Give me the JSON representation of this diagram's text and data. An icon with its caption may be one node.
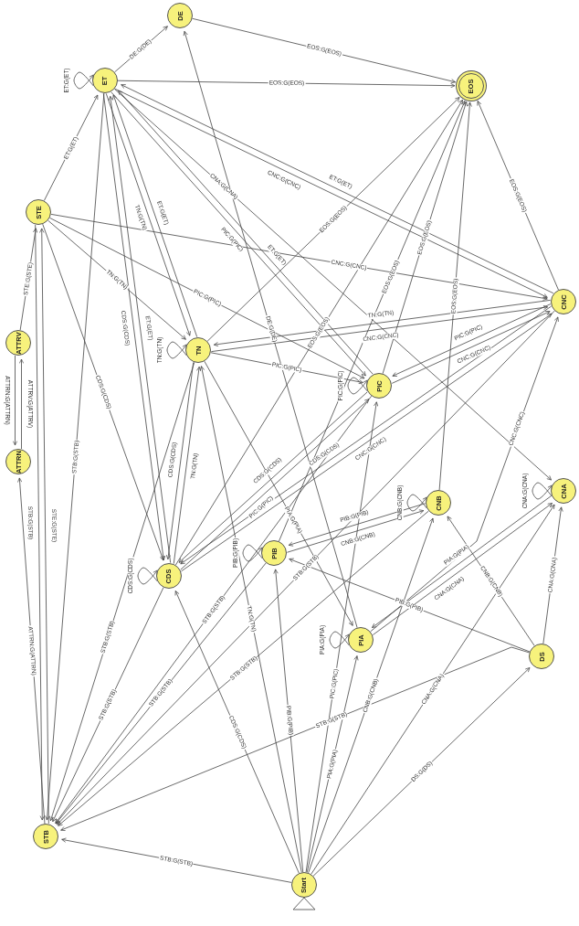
{
  "diagram": {
    "nodes": [
      {
        "text": [
          "DE"
        ]
      },
      {
        "text": [
          "ET"
        ]
      },
      {
        "text": [
          "EOS"
        ]
      },
      {
        "text": [
          "STE"
        ]
      },
      {
        "text": [
          "CNC"
        ]
      },
      {
        "text": [
          "ATTRV"
        ]
      },
      {
        "text": [
          "TN"
        ]
      },
      {
        "text": [
          "PIC"
        ]
      },
      {
        "text": [
          "ATTRN"
        ]
      },
      {
        "text": [
          "CDS"
        ]
      },
      {
        "text": [
          "PIB"
        ]
      },
      {
        "text": [
          "CNB"
        ]
      },
      {
        "text": [
          "CNA"
        ]
      },
      {
        "text": [
          "PIA"
        ]
      },
      {
        "text": [
          "DS"
        ]
      },
      {
        "text": [
          "STB"
        ]
      },
      {
        "text": [
          "Start"
        ]
      }
    ],
    "edges": [
      {
        "from": 16,
        "to": 15,
        "arrow": "to",
        "label": "STB:G(STB)"
      },
      {
        "from": 16,
        "to": 9,
        "arrow": "to",
        "label": "CDS:G(CDS)"
      },
      {
        "from": 16,
        "to": 6,
        "arrow": "to",
        "label": "TN:G(TN)"
      },
      {
        "from": 16,
        "to": 10,
        "arrow": "to",
        "label": "PIB:G(PIB)"
      },
      {
        "from": 16,
        "to": 13,
        "arrow": "to",
        "label": "PIA:G(PIA)"
      },
      {
        "from": 16,
        "to": 11,
        "arrow": "to",
        "label": "CNB:G(CNB)"
      },
      {
        "from": 16,
        "to": 12,
        "arrow": "to",
        "label": "CNA:G(CNA)"
      },
      {
        "from": 16,
        "to": 14,
        "arrow": "to",
        "label": "DS:G(DS)"
      },
      {
        "from": 16,
        "to": 7,
        "arrow": "to",
        "label": "PIC:G(PIC)"
      },
      {
        "from": 13,
        "to": 4,
        "arrow": "to",
        "label": "CNC:G(CNC)"
      },
      {
        "from": 14,
        "to": 15,
        "arrow": "to",
        "label": "STB:G(STB)"
      },
      {
        "from": 14,
        "to": 10,
        "arrow": "to",
        "label": "PIB:G(PIB)"
      },
      {
        "from": 14,
        "to": 11,
        "arrow": "to",
        "label": "CNB:G(CNB)"
      },
      {
        "from": 14,
        "to": 12,
        "arrow": "to",
        "label": "CNA:G(CNA)"
      },
      {
        "from": 12,
        "to": 13,
        "arrow": "to",
        "label": "PIA:G(PIA)"
      },
      {
        "from": 13,
        "to": 12,
        "arrow": "to",
        "label": "CNA:G(CNA)"
      },
      {
        "from": 13,
        "to": 13,
        "arrow": "to",
        "label": "PIA:G(PIA)"
      },
      {
        "from": 11,
        "to": 11,
        "arrow": "to",
        "label": "CNB:G(CNB)"
      },
      {
        "from": 12,
        "to": 12,
        "arrow": "to",
        "label": "CNA:G(CNA)"
      },
      {
        "from": 7,
        "to": 7,
        "arrow": "to",
        "label": "PIC:G(PIC)"
      },
      {
        "from": 6,
        "to": 6,
        "arrow": "to",
        "label": "TN:G(TN)"
      },
      {
        "from": 9,
        "to": 9,
        "arrow": "to",
        "label": "CDS:G(CDS)"
      },
      {
        "from": 1,
        "to": 1,
        "arrow": "to",
        "label": "ET:G(ET)"
      },
      {
        "from": 10,
        "to": 10,
        "arrow": "to",
        "label": "PIB:G(PIB)"
      },
      {
        "from": 10,
        "to": 11,
        "arrow": "to",
        "label": "CNB:G(CNB)"
      },
      {
        "from": 11,
        "to": 10,
        "arrow": "to",
        "label": "PIB:G(PIB)"
      },
      {
        "from": 10,
        "to": 15,
        "arrow": "to",
        "label": "STB:G(STB)"
      },
      {
        "from": 11,
        "to": 2,
        "arrow": "to",
        "label": "EOS:G(EOS)"
      },
      {
        "from": 11,
        "to": 15,
        "arrow": "to",
        "label": "STB:G(STB)"
      },
      {
        "from": 7,
        "to": 2,
        "arrow": "to",
        "label": "EOS:G(EOS)"
      },
      {
        "from": 7,
        "to": 4,
        "arrow": "to",
        "label": "CNC:G(CNC)"
      },
      {
        "from": 4,
        "to": 7,
        "arrow": "to",
        "label": "PIC:G(PIC)"
      },
      {
        "from": 7,
        "to": 9,
        "arrow": "to",
        "label": "CDS:G(CDS)"
      },
      {
        "from": 9,
        "to": 7,
        "arrow": "to",
        "label": "PIC:G(PIC)"
      },
      {
        "from": 9,
        "to": 4,
        "arrow": "to",
        "label": "CNC:G(CNC)"
      },
      {
        "from": 4,
        "to": 9,
        "arrow": "to",
        "label": "CDS:G(CDS)"
      },
      {
        "from": 6,
        "to": 4,
        "arrow": "to",
        "label": "CNC:G(CNC)"
      },
      {
        "from": 4,
        "to": 6,
        "arrow": "to",
        "label": "TN:G(TN)"
      },
      {
        "from": 6,
        "to": 7,
        "arrow": "to",
        "label": "PIC:G(PIC)"
      },
      {
        "from": 6,
        "to": 2,
        "arrow": "to",
        "label": "EOS:G(EOS)"
      },
      {
        "from": 6,
        "to": 9,
        "arrow": "to",
        "label": "CDS:G(CDS)"
      },
      {
        "from": 9,
        "to": 6,
        "arrow": "to",
        "label": "TN:G(TN)"
      },
      {
        "from": 1,
        "to": 6,
        "arrow": "to",
        "label": "TN:G(TN)"
      },
      {
        "from": 6,
        "to": 1,
        "arrow": "to",
        "label": "ET:G(ET)"
      },
      {
        "from": 6,
        "to": 15,
        "arrow": "to",
        "label": "STB:G(STB)"
      },
      {
        "from": 9,
        "to": 1,
        "arrow": "to",
        "label": "ET:G(ET)"
      },
      {
        "from": 1,
        "to": 9,
        "arrow": "to",
        "label": "CDS:G(CDS)"
      },
      {
        "from": 9,
        "to": 15,
        "arrow": "to",
        "label": "STB:G(STB)"
      },
      {
        "from": 9,
        "to": 2,
        "arrow": "to",
        "label": "EOS:G(EOS)"
      },
      {
        "from": 1,
        "to": 0,
        "arrow": "to",
        "label": "DE:G(DE)"
      },
      {
        "from": 1,
        "to": 2,
        "arrow": "to",
        "label": "EOS:G(EOS)"
      },
      {
        "from": 0,
        "to": 2,
        "arrow": "to",
        "label": "EOS:G(EOS)"
      },
      {
        "from": 1,
        "to": 7,
        "arrow": "to",
        "label": "PIC:G(PIC)"
      },
      {
        "from": 7,
        "to": 1,
        "arrow": "to",
        "label": "ET:G(ET)"
      },
      {
        "from": 1,
        "to": 4,
        "arrow": "to",
        "label": "CNC:G(CNC)"
      },
      {
        "from": 4,
        "to": 1,
        "arrow": "to",
        "label": "ET:G(ET)"
      },
      {
        "from": 3,
        "to": 1,
        "arrow": "to",
        "label": "ET:G(ET)"
      },
      {
        "from": 3,
        "to": 6,
        "arrow": "to",
        "label": "TN:G(TN)"
      },
      {
        "from": 3,
        "to": 7,
        "arrow": "to",
        "label": "PIC:G(PIC)"
      },
      {
        "from": 3,
        "to": 4,
        "arrow": "to",
        "label": "CNC:G(CNC)"
      },
      {
        "from": 3,
        "to": 9,
        "arrow": "to",
        "label": "CDS:G(CDS)"
      },
      {
        "from": 15,
        "to": 3,
        "arrow": "to",
        "label": "STE:G(STE)"
      },
      {
        "from": 5,
        "to": 3,
        "arrow": "to",
        "label": "STE:G(STE)"
      },
      {
        "from": 3,
        "to": 15,
        "arrow": "to",
        "label": "STB:G(STB)"
      },
      {
        "from": 1,
        "to": 15,
        "arrow": "to",
        "label": "STB:G(STB)"
      },
      {
        "from": 4,
        "to": 2,
        "arrow": "to",
        "label": "EOS:G(EOS)"
      },
      {
        "from": 4,
        "to": 15,
        "arrow": "to",
        "label": "STB:G(STB)"
      },
      {
        "from": 7,
        "to": 15,
        "arrow": "to",
        "label": "STB:G(STB)"
      },
      {
        "from": 10,
        "to": 2,
        "arrow": "to",
        "label": "EOS:G(EOS)"
      },
      {
        "from": 13,
        "to": 0,
        "arrow": "to",
        "label": "DE:G(DE)"
      },
      {
        "from": 6,
        "to": 13,
        "arrow": "to",
        "label": "PIA:G(PIA)"
      },
      {
        "from": 1,
        "to": 12,
        "arrow": "to",
        "label": "CNA:G(CNA)"
      },
      {
        "from": 15,
        "to": 8,
        "arrow": "to",
        "label": "ATTRN:G(ATTRN)"
      },
      {
        "from": 8,
        "to": 5,
        "arrow": "to",
        "label": "ATTRV:G(ATTRV)"
      },
      {
        "from": 5,
        "to": 8,
        "arrow": "to",
        "label": "ATTRN:G(ATTRN)"
      }
    ]
  }
}
